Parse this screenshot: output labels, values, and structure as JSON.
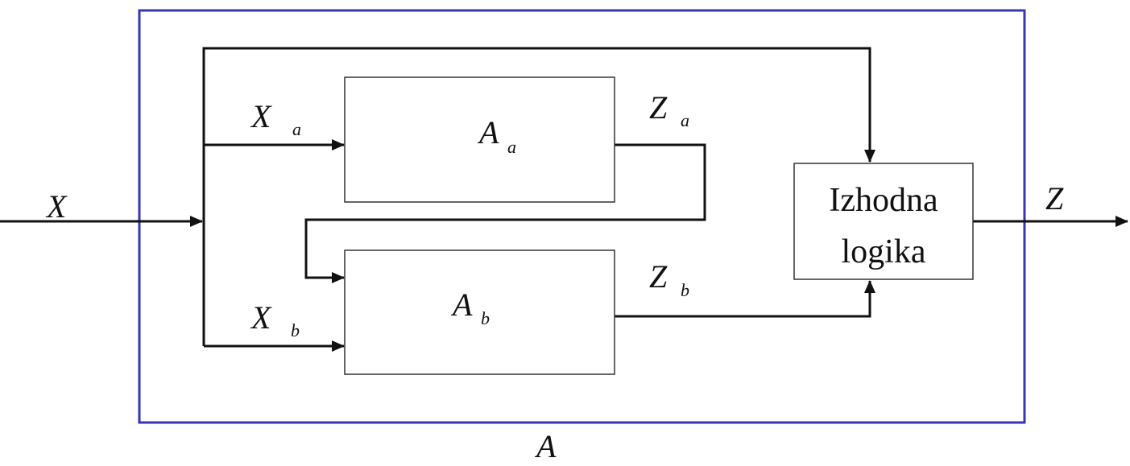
{
  "diagram": {
    "outer_label": "A",
    "outer_color": "#3535b5",
    "input": {
      "label": "X"
    },
    "output": {
      "label": "Z"
    },
    "block_a": {
      "name": "A",
      "sub": "a",
      "in_label": "X",
      "in_sub": "a",
      "out_label": "Z",
      "out_sub": "a"
    },
    "block_b": {
      "name": "A",
      "sub": "b",
      "in_label": "X",
      "in_sub": "b",
      "out_label": "Z",
      "out_sub": "b"
    },
    "output_logic": {
      "line1": "Izhodna",
      "line2": "logika"
    }
  }
}
